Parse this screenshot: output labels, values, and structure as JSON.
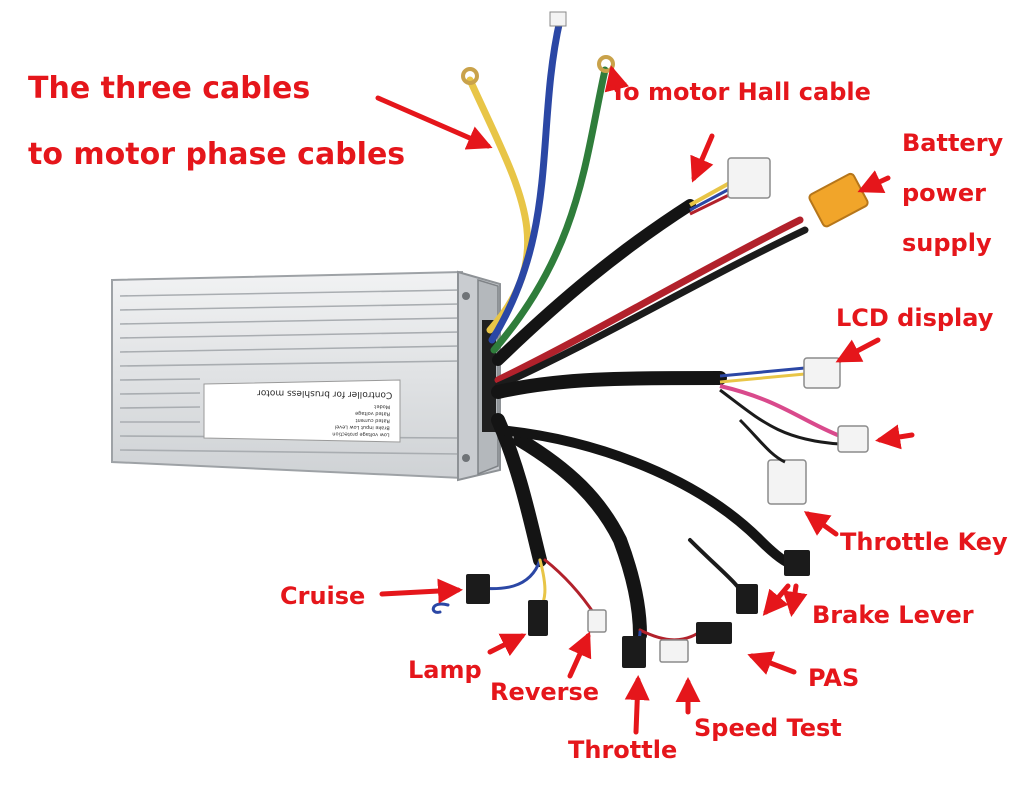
{
  "colors": {
    "label": "#e5161b",
    "arrow": "#e5161b",
    "housing": "#e3e5e7",
    "housing_shadow": "#b6b9bd",
    "sleeve": "#141414",
    "wire_yellow": "#e8c547",
    "wire_blue": "#2b47a5",
    "wire_green": "#2f7d3b",
    "wire_red": "#b2212b",
    "connector_white": "#f3f3f3",
    "connector_black": "#1b1b1b",
    "xt60_yellow": "#f1a52a"
  },
  "labels": {
    "phase_cables": "The three cables\nto motor phase cables",
    "hall_cable": "To motor Hall cable",
    "battery": "Battery\npower\nsupply",
    "lcd": "LCD display",
    "throttle_key": "Throttle Key",
    "brake_lever": "Brake Lever",
    "pas": "PAS",
    "speed_test": "Speed Test",
    "throttle": "Throttle",
    "reverse": "Reverse",
    "lamp": "Lamp",
    "cruise": "Cruise"
  },
  "controller": {
    "sticker_title": "Controller for brushless motor",
    "sticker_lines": [
      "Model:",
      "Rated voltage",
      "Rated current",
      "Brake input Low Level",
      "Low voltage protection"
    ]
  }
}
